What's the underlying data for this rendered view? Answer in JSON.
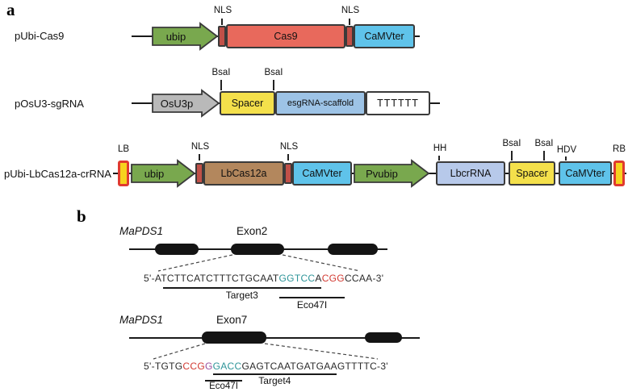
{
  "colors": {
    "green": "#79a84e",
    "gray": "#b9b9b9",
    "red": "#e8695c",
    "nls": "#c05048",
    "sky": "#5fc3ea",
    "scaffold_blue": "#9dc3e6",
    "crrna_blue": "#b7c9ea",
    "yellow": "#f4e04b",
    "brown": "#b3875d",
    "white": "#ffffff",
    "lb_fill": "#f7d21e",
    "lb_border": "#e03a2f",
    "seq_black": "#2b2b2b",
    "seq_teal": "#2e9599",
    "seq_red": "#d23a32",
    "seq_purple": "#9a4f9e"
  },
  "panel_a": {
    "label": "a",
    "c1": {
      "name": "pUbi-Cas9",
      "promoter": "ubip",
      "nls1": "NLS",
      "nls2": "NLS",
      "gene": "Cas9",
      "terminator": "CaMVter"
    },
    "c2": {
      "name": "pOsU3-sgRNA",
      "promoter": "OsU3p",
      "bsai1": "BsaI",
      "bsai2": "BsaI",
      "spacer": "Spacer",
      "scaffold": "esgRNA-scaffold",
      "polyt": "TTTTTT"
    },
    "c3": {
      "name": "pUbi-LbCas12a-crRNA",
      "lb": "LB",
      "promoter1": "ubip",
      "nls1": "NLS",
      "gene": "LbCas12a",
      "nls2": "NLS",
      "terminator1": "CaMVter",
      "promoter2": "Pvubip",
      "hh": "HH",
      "crrna": "LbcrRNA",
      "bsai1": "BsaI",
      "bsai2": "BsaI",
      "spacer": "Spacer",
      "hdv": "HDV",
      "terminator2": "CaMVter",
      "rb": "RB"
    }
  },
  "panel_b": {
    "label": "b",
    "g1": {
      "gene": "MaPDS1",
      "exon": "Exon2",
      "seq1": "5'-ATCTTCATCTTTCTGCAAT",
      "seq2": "GGTCC",
      "seq3": "A",
      "seq4": "CGG",
      "seq5": "CCAA-3'",
      "target": "Target3",
      "enzyme": "Eco47I"
    },
    "g2": {
      "gene": "MaPDS1",
      "exon": "Exon7",
      "seq1": "5'-TGTG",
      "seq2": "CCG",
      "seq3": "G",
      "seq4": "GACC",
      "seq5": "GAGTCAATGATGAAGTTTTC-3'",
      "enzyme": "Eco47I",
      "target": "Target4"
    }
  }
}
